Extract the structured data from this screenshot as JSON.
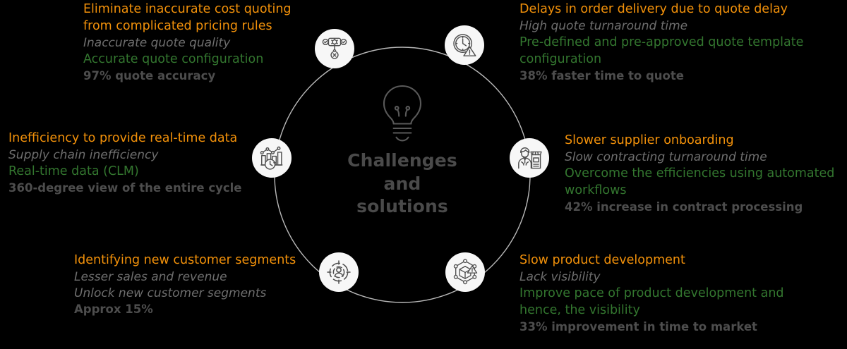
{
  "center": {
    "icon": "lightbulb-icon",
    "title_lines": [
      "Challenges",
      "and",
      "solutions"
    ],
    "title_text": "Challenges and solutions"
  },
  "colors": {
    "background": "#000000",
    "challenge_orange": "#f2910a",
    "problem_gray": "#6e6e6e",
    "solution_green": "#33762f",
    "metric_gray": "#4d4d4d",
    "node_fill": "#f7f7f7",
    "ring_stroke": "#b9b9b9",
    "hub_text": "#4a4a4a"
  },
  "blocks": [
    {
      "id": "quoting",
      "icon": "settings-workflow-icon",
      "challenge": "Eliminate inaccurate cost quoting from complicated pricing rules",
      "problem": "Inaccurate quote quality",
      "solution": "Accurate quote configuration",
      "solution_style": "green",
      "metric": "97% quote accuracy"
    },
    {
      "id": "delivery",
      "icon": "clock-warning-icon",
      "challenge": "Delays in order delivery due to quote delay",
      "problem": "High quote turnaround time",
      "solution": "Pre-defined and pre-approved quote template configuration",
      "solution_style": "green",
      "metric": "38% faster time to quote"
    },
    {
      "id": "realtime",
      "icon": "analytics-clock-icon",
      "challenge": "Inefficiency to provide real-time data",
      "problem": "Supply chain inefficiency",
      "solution": "Real-time data (CLM)",
      "solution_style": "green",
      "metric": "360-degree view of the entire cycle"
    },
    {
      "id": "supplier",
      "icon": "supplier-storefront-icon",
      "challenge": "Slower supplier onboarding",
      "problem": "Slow contracting turnaround time",
      "solution": "Overcome the efficiencies using automated workflows",
      "solution_style": "green",
      "metric": "42% increase in contract processing"
    },
    {
      "id": "segments",
      "icon": "customer-target-icon",
      "challenge": "Identifying new customer segments",
      "problem": "Lesser sales and revenue",
      "solution": "Unlock new customer segments",
      "solution_style": "italic-gray",
      "metric": "Approx 15%"
    },
    {
      "id": "product",
      "icon": "product-network-warning-icon",
      "challenge": "Slow product development",
      "problem": "Lack visibility",
      "solution": "Improve pace of product development and hence, the visibility",
      "solution_style": "green",
      "metric": "33% improvement in time to market"
    }
  ]
}
